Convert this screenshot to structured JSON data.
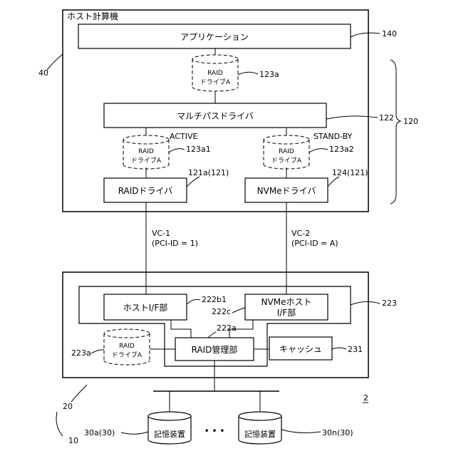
{
  "host": {
    "title": "ホスト計算機",
    "application": "アプリケーション",
    "multipath_driver": "マルチパスドライバ",
    "raid_driver": "RAIDドライバ",
    "nvme_driver": "NVMeドライバ",
    "active": "ACTIVE",
    "standby": "STAND-BY"
  },
  "raid_drive": {
    "line1": "RAID",
    "line2": "ドライブA"
  },
  "paths": {
    "vc1_line1": "VC-1",
    "vc1_line2": "(PCI-ID = 1)",
    "vc2_line1": "VC-2",
    "vc2_line2": "(PCI-ID = A)"
  },
  "storage": {
    "host_if": "ホストI/F部",
    "nvme_host_if_line1": "NVMeホスト",
    "nvme_host_if_line2": "I/F部",
    "raid_manager": "RAID管理部",
    "cache": "キャッシュ",
    "device_label": "記憶装置",
    "ellipsis": "• • •"
  },
  "refs": {
    "r40": "40",
    "r140": "140",
    "r123a": "123a",
    "r122": "122",
    "r120": "120",
    "r123a1": "123a1",
    "r123a2": "123a2",
    "r121a": "121a(121)",
    "r124": "124(121)",
    "r223": "223",
    "r222b1": "222b1",
    "r222c": "222c",
    "r222a": "222a",
    "r223a": "223a",
    "r231": "231",
    "r20": "20",
    "r2": "2",
    "r10": "10",
    "r30a": "30a(30)",
    "r30n": "30n(30)"
  }
}
